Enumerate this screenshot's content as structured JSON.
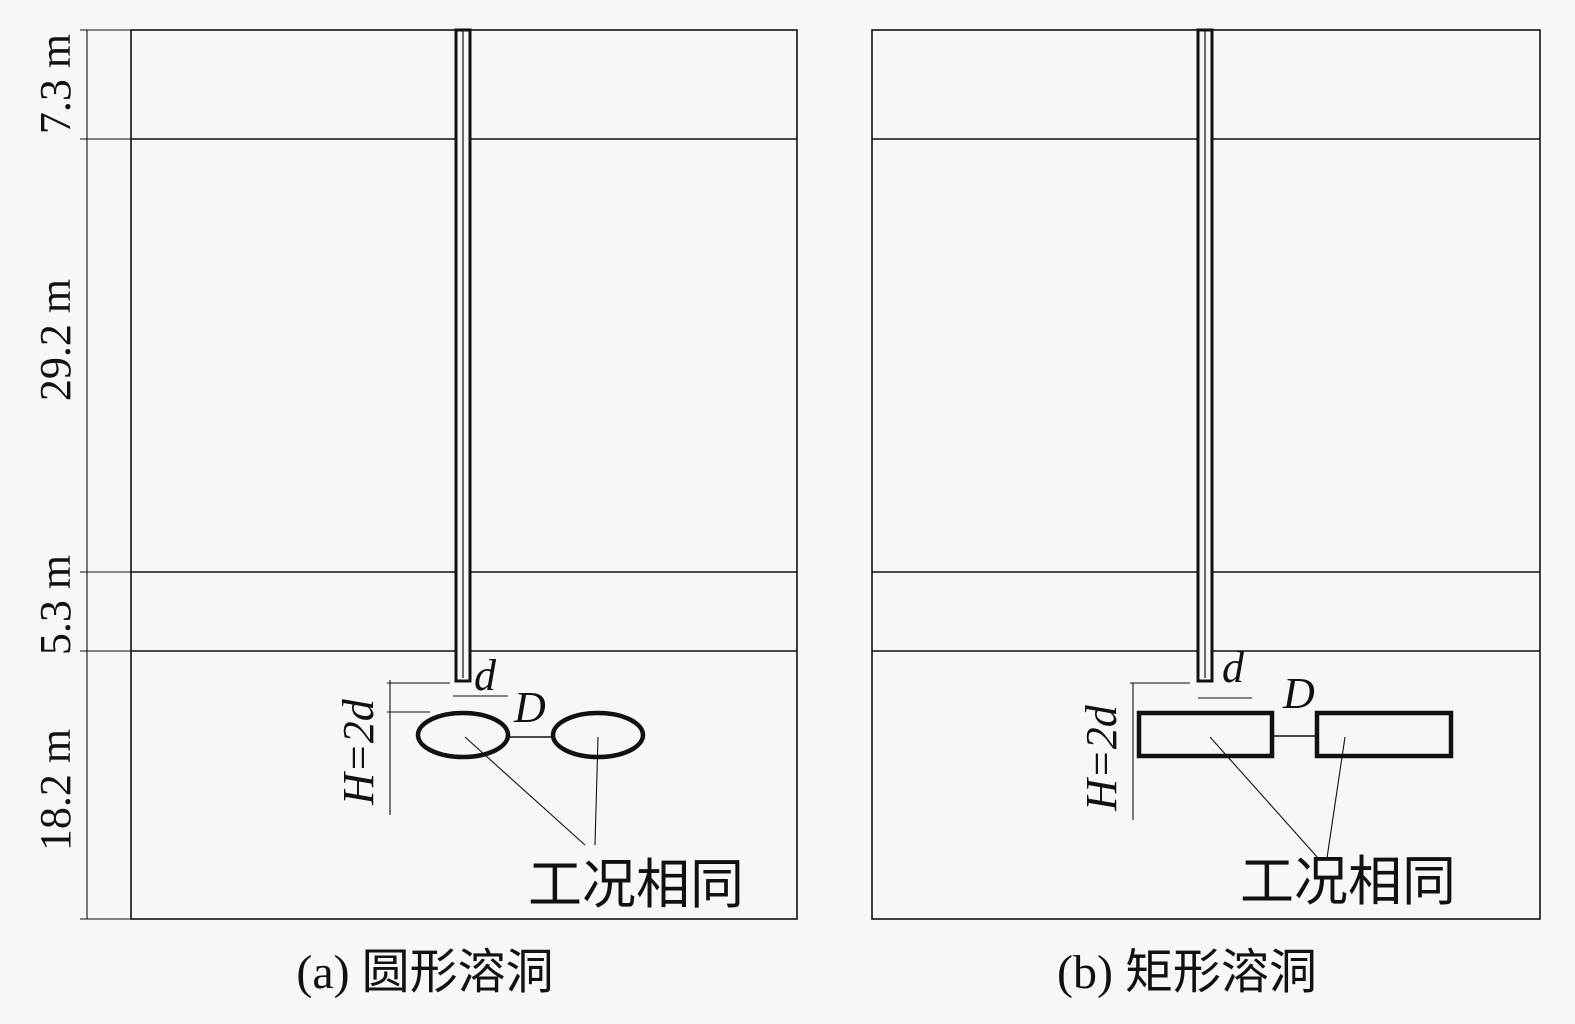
{
  "dimensions": {
    "layer1": "7.3 m",
    "layer2": "29.2 m",
    "layer3": "5.3 m",
    "layer4": "18.2 m"
  },
  "panel_a": {
    "caption": "(a) 圆形溶洞",
    "pile_label": "d",
    "spacing_label": "D",
    "height_label": "H=2d",
    "note": "工况相同"
  },
  "panel_b": {
    "caption": "(b) 矩形溶洞",
    "pile_label": "d",
    "spacing_label": "D",
    "height_label": "H=2d",
    "note": "工况相同"
  }
}
